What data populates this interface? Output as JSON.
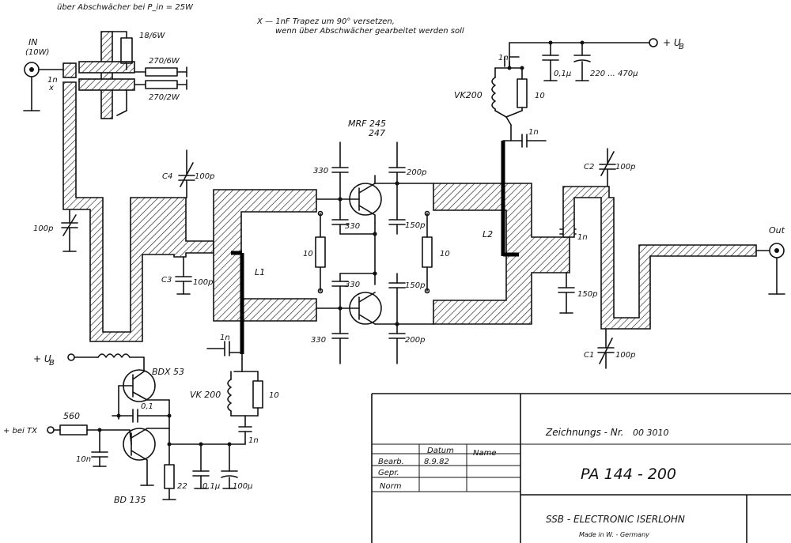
{
  "notes": {
    "attenuator_note": "über Abschwächer bei P_in = 25W",
    "trapez_note_line1": "X — 1nF Trapez um 90° versetzen,",
    "trapez_note_line2": "wenn über Abschwächer gearbeitet werden soll"
  },
  "labels": {
    "input": "IN",
    "input_power": "(10W)",
    "input_cap": "1n",
    "input_cap_mark": "x",
    "output": "Out",
    "supply": "+ U",
    "supply_sub": "B",
    "supply_left": "+ U",
    "supply_left_sub": "B",
    "tx": "+ bei TX",
    "att_resistor_top": "18/6W",
    "att_resistor_mid": "270/6W",
    "att_resistor_bot": "270/2W",
    "transistor_type_1": "MRF 245",
    "transistor_type_2": "247",
    "bias_transistor": "BDX 53",
    "driver_transistor": "BD 135",
    "vk200_top": "VK200",
    "vk200_bottom": "VK 200",
    "l1": "L1",
    "l2": "L2",
    "c1": "C1",
    "c1_val": "100p",
    "c2": "C2",
    "c2_val": "100p",
    "c3": "C3",
    "c3_val": "100p",
    "c4": "C4",
    "c4_val": "100p",
    "trim_left": "100p",
    "cap_330_1": "330",
    "cap_330_2": "330",
    "cap_330_3": "330",
    "cap_330_4": "330",
    "cap_200p_top": "200p",
    "cap_150p_1": "150p",
    "cap_150p_2": "150p",
    "cap_200p_bot": "200p",
    "res_10_left": "10",
    "res_10_right": "10",
    "res_10_vk_top": "10",
    "res_10_vk_bot": "10",
    "cap_1n_vk_top": "1n",
    "cap_1n_drain": "1n",
    "cap_1n_out": "1n",
    "cap_150p_out": "150p",
    "cap_1n_gate": "1n",
    "cap_1n_bias": "1n",
    "supply_cap_1": "0,1µ",
    "supply_cap_2": "220 ... 470µ",
    "res_560": "560",
    "cap_10n": "10n",
    "cap_01": "0,1",
    "res_22": "22",
    "cap_01u": "0,1µ",
    "cap_100u": "100µ"
  },
  "title_block": {
    "drawing_number_label": "Zeichnungs - Nr.",
    "drawing_number": "00 3010",
    "col_date": "Datum",
    "col_name": "Name",
    "row_bearb": "Bearb.",
    "row_bearb_date": "8.9.82",
    "row_gepr": "Gepr.",
    "row_norm": "Norm",
    "title": "PA 144 - 200",
    "company": "SSB - ELECTRONIC  ISERLOHN",
    "made_in": "Made in W. - Germany"
  }
}
